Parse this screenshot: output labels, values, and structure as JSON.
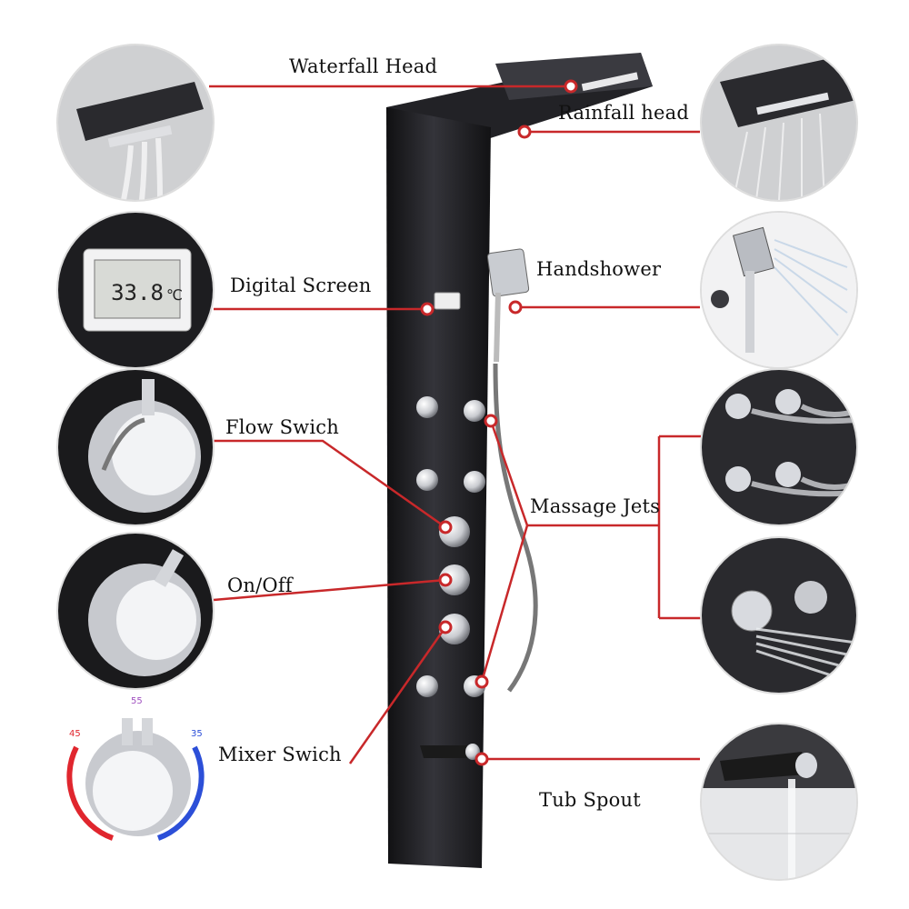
{
  "labels": {
    "waterfall_head": "Waterfall Head",
    "rainfall_head": "Rainfall head",
    "digital_screen": "Digital Screen",
    "handshower": "Handshower",
    "flow_switch": "Flow Swich",
    "massage_jets": "Massage Jets",
    "on_off": "On/Off",
    "mixer_switch": "Mixer Swich",
    "tub_spout": "Tub Spout"
  },
  "screen_reading": "33.8",
  "screen_unit": "℃",
  "dial_marks": [
    "45",
    "55",
    "35"
  ],
  "colors": {
    "line": "#c8282a",
    "panel": "#1f1f22",
    "chrome": "#d9dbe0",
    "hot": "#e0262e",
    "cold": "#2c4fd8"
  }
}
